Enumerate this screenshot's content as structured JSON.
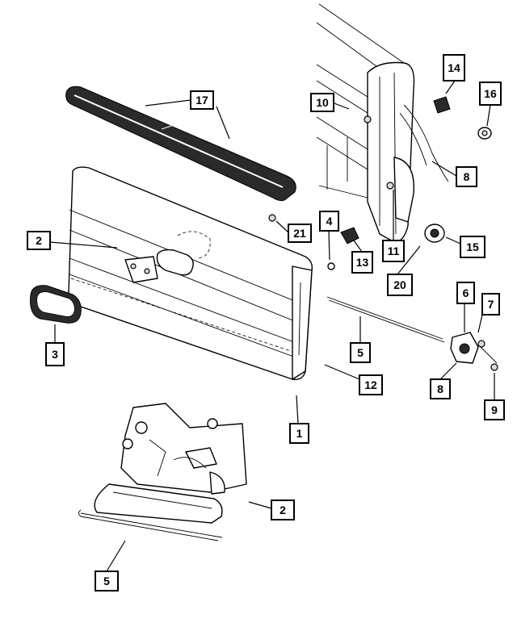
{
  "callouts": [
    {
      "id": "c17a",
      "label": "17"
    },
    {
      "id": "c10",
      "label": "10"
    },
    {
      "id": "c14",
      "label": "14"
    },
    {
      "id": "c16",
      "label": "16"
    },
    {
      "id": "c8a",
      "label": "8"
    },
    {
      "id": "c2a",
      "label": "2"
    },
    {
      "id": "c21",
      "label": "21"
    },
    {
      "id": "c4",
      "label": "4"
    },
    {
      "id": "c13",
      "label": "13"
    },
    {
      "id": "c11",
      "label": "11"
    },
    {
      "id": "c15",
      "label": "15"
    },
    {
      "id": "c20",
      "label": "20"
    },
    {
      "id": "c6",
      "label": "6"
    },
    {
      "id": "c7",
      "label": "7"
    },
    {
      "id": "c3",
      "label": "3"
    },
    {
      "id": "c5a",
      "label": "5"
    },
    {
      "id": "c12",
      "label": "12"
    },
    {
      "id": "c8b",
      "label": "8"
    },
    {
      "id": "c9",
      "label": "9"
    },
    {
      "id": "c1",
      "label": "1"
    },
    {
      "id": "c2b",
      "label": "2"
    },
    {
      "id": "c5b",
      "label": "5"
    }
  ]
}
